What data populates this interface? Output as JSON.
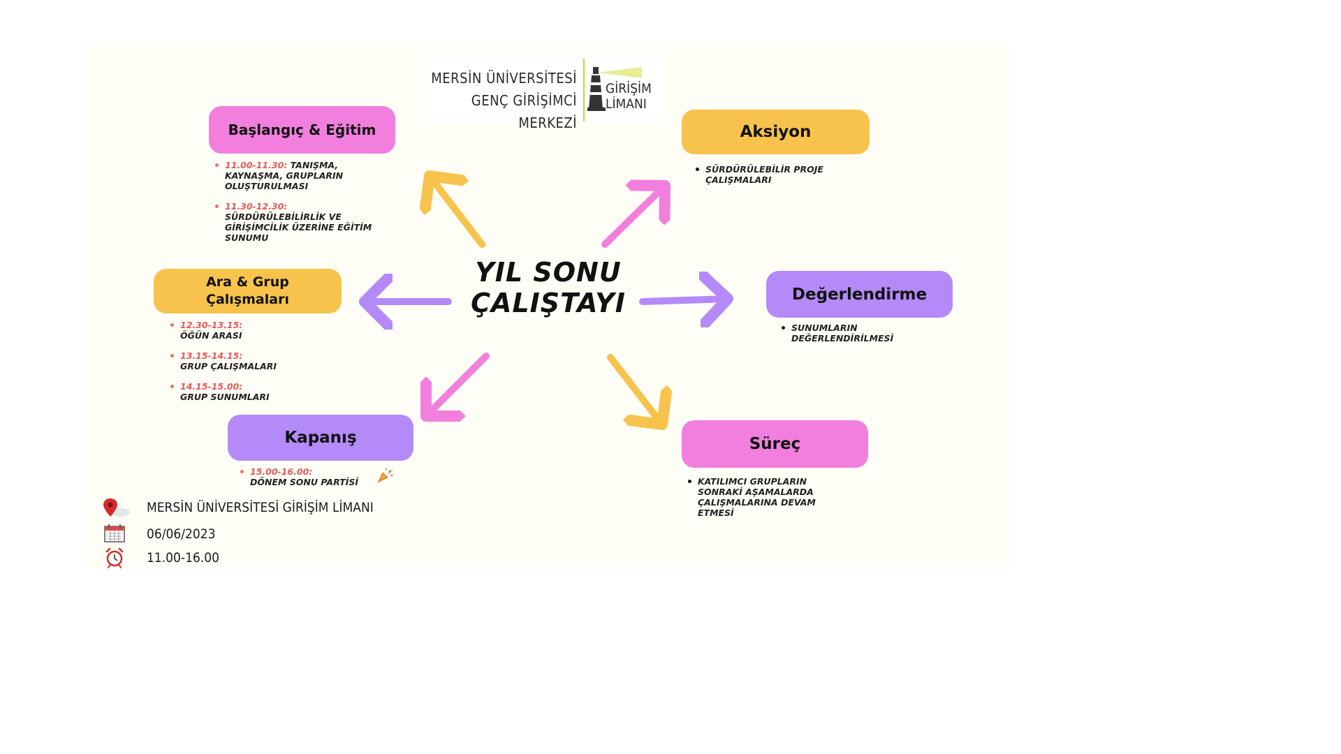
{
  "logo": {
    "org_line1": "MERSİN ÜNİVERSİTESİ",
    "org_line2": "GENÇ GİRİŞİMCİ MERKEZİ",
    "brand_line1": "GİRİŞİM",
    "brand_line2": "LİMANI"
  },
  "title": {
    "line1": "YIL SONU",
    "line2": "ÇALIŞTAYI"
  },
  "stages": {
    "baslangic": {
      "label": "Başlangıç & Eğitim",
      "items": [
        {
          "time": "11.00-11.30:",
          "desc": "TANIŞMA, KAYNAŞMA, GRUPLARIN OLUŞTURULMASI"
        },
        {
          "time": "11.30-12.30:",
          "desc": "SÜRDÜRÜLEBİLİRLİK VE GİRİŞİMCİLİK ÜZERİNE EĞİTİM SUNUMU"
        }
      ]
    },
    "aksiyon": {
      "label": "Aksiyon",
      "items": [
        {
          "desc": "SÜRDÜRÜLEBİLİR PROJE ÇALIŞMALARI"
        }
      ]
    },
    "ara": {
      "label_line1": "Ara & Grup",
      "label_line2": "Çalışmaları",
      "items": [
        {
          "time": "12.30-13.15:",
          "desc": "ÖĞÜN ARASI"
        },
        {
          "time": "13.15-14.15:",
          "desc": "GRUP ÇALIŞMALARI"
        },
        {
          "time": "14.15-15.00:",
          "desc": "GRUP SUNUMLARI"
        }
      ]
    },
    "degerlendirme": {
      "label": "Değerlendirme",
      "items": [
        {
          "desc": "SUNUMLARIN DEĞERLENDİRİLMESİ"
        }
      ]
    },
    "kapanis": {
      "label": "Kapanış",
      "items": [
        {
          "time": "15.00-16.00:",
          "desc": "DÖNEM SONU PARTİSİ"
        }
      ]
    },
    "surec": {
      "label": "Süreç",
      "items": [
        {
          "desc": "KATILIMCI GRUPLARIN SONRAKİ AŞAMALARDA ÇALIŞMALARINA DEVAM ETMESİ"
        }
      ]
    }
  },
  "info": {
    "location": "MERSİN ÜNİVERSİTESİ GİRİŞİM LİMANI",
    "date": "06/06/2023",
    "time": "11.00-16.00"
  },
  "colors": {
    "pink": "#f27fdd",
    "yellow": "#f8c34c",
    "purple": "#b48af8",
    "time_red": "#e4595a",
    "logo_accent": "#c9d22b",
    "background": "#fefdf6"
  },
  "icons": [
    "location-pin-icon",
    "calendar-icon",
    "alarm-clock-icon",
    "party-popper-icon",
    "lighthouse-icon"
  ]
}
